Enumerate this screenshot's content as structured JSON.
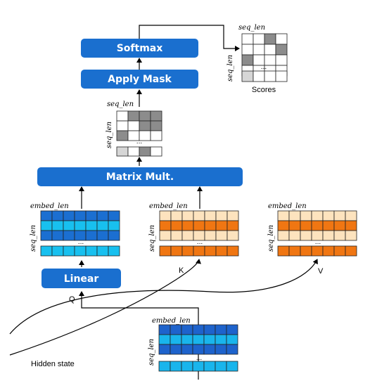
{
  "buttons": {
    "softmax": "Softmax",
    "apply_mask": "Apply Mask",
    "matrix_mult": "Matrix Mult.",
    "linear": "Linear"
  },
  "axis_labels": {
    "seq_len": "seq_len",
    "embed_len": "embed_len"
  },
  "labels": {
    "scores": "Scores",
    "q": "Q",
    "k": "K",
    "v": "V",
    "hidden_state": "Hidden state",
    "ellipsis": "..."
  },
  "colors": {
    "button_blue": "#1a6fcf",
    "q_dark": "#1b6fd1",
    "q_light": "#18c0ef",
    "k_orange": "#f07612",
    "k_light": "#fde3be",
    "hidden_dark": "#1e63cc",
    "hidden_light": "#19b5ec",
    "grey_dark": "#8c8c8c",
    "grey_light": "#d6d6d6"
  },
  "icons": [
    "arrow-up-icon",
    "arrow-right-icon"
  ]
}
